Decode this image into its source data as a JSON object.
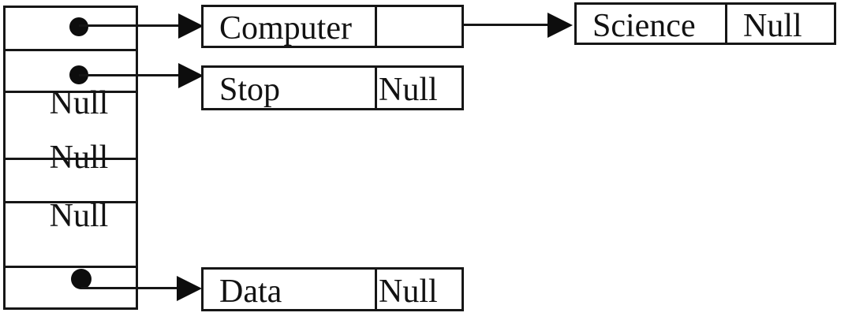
{
  "diagram": {
    "kind": "hash-table-with-chaining",
    "colors": {
      "line": "#161616",
      "background": "#ffffff",
      "text": "#121212"
    },
    "array": {
      "cells": [
        {
          "kind": "pointer",
          "label": "",
          "points_to": "Computer"
        },
        {
          "kind": "pointer",
          "label": "",
          "points_to": "Stop"
        },
        {
          "kind": "null",
          "label": "Null"
        },
        {
          "kind": "null",
          "label": "Null"
        },
        {
          "kind": "null",
          "label": "Null"
        },
        {
          "kind": "pointer",
          "label": "",
          "points_to": "Data"
        }
      ]
    },
    "nodes": [
      {
        "id": "computer",
        "value": "Computer",
        "next": "",
        "points_to": "Science"
      },
      {
        "id": "stop",
        "value": "Stop",
        "next": "Null"
      },
      {
        "id": "science",
        "value": "Science",
        "next": "Null"
      },
      {
        "id": "data",
        "value": "Data",
        "next": "Null"
      }
    ]
  }
}
